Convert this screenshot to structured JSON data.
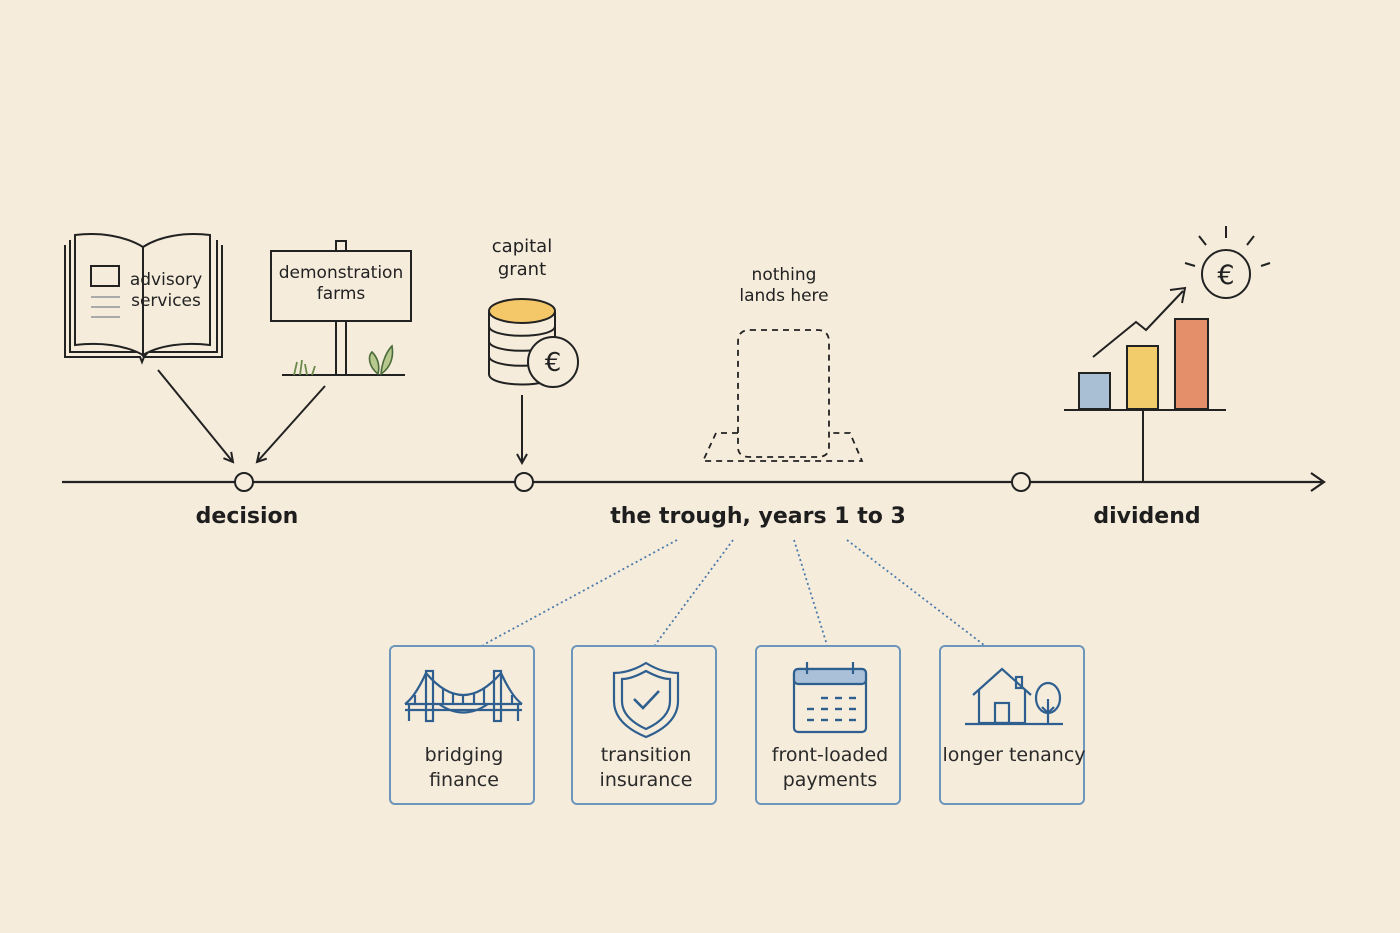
{
  "sources": {
    "advisory": "advisory services",
    "demonstration": "demonstration farms",
    "grant": "capital grant",
    "gap": "nothing lands here"
  },
  "stages": {
    "decision": "decision",
    "trough": "the trough, years 1 to 3",
    "dividend": "dividend"
  },
  "remedies": [
    {
      "label": "bridging finance",
      "icon": "bridge-icon"
    },
    {
      "label": "transition insurance",
      "icon": "shield-check-icon"
    },
    {
      "label": "front-loaded payments",
      "icon": "calendar-icon"
    },
    {
      "label": "longer tenancy",
      "icon": "house-tree-icon"
    }
  ],
  "symbols": {
    "currency": "€"
  },
  "colors": {
    "background": "#f5ecdc",
    "line": "#222222",
    "accent_blue": "#2f5f8f",
    "bar_blue": "#a9bfd3",
    "bar_yellow": "#f2cc6b",
    "bar_orange": "#e58f6a",
    "coin": "#f4c869"
  }
}
